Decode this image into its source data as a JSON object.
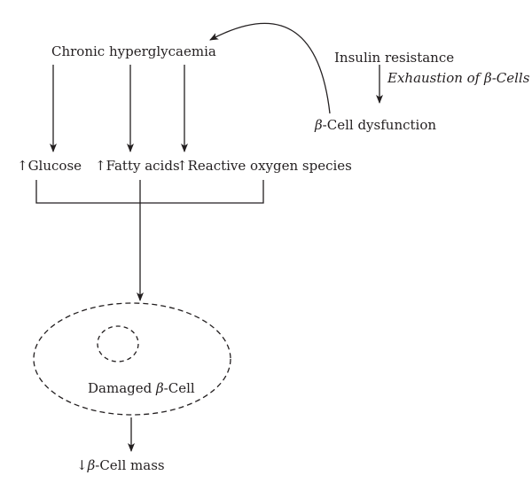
{
  "nodes": {
    "chronic": {
      "text": "Chronic hyperglycaemia"
    },
    "insulin": {
      "text": "Insulin resistance"
    },
    "exhaustion": {
      "beta": "β",
      "rest": "-Cells",
      "prefix": "Exhaustion of "
    },
    "dysfunction": {
      "beta": "β",
      "rest": "-Cell dysfunction"
    },
    "glucose": {
      "arrow": "↑",
      "text": "Glucose"
    },
    "fatty": {
      "arrow": "↑",
      "text": "Fatty acids"
    },
    "ros": {
      "arrow": "↑",
      "text": "Reactive oxygen species"
    },
    "damaged": {
      "prefix": "Damaged ",
      "beta": "β",
      "rest": "-Cell"
    },
    "mass": {
      "arrow": "↓",
      "beta": "β",
      "rest": "-Cell mass"
    }
  },
  "colors": {
    "ink": "#231f20",
    "background": "#ffffff"
  }
}
